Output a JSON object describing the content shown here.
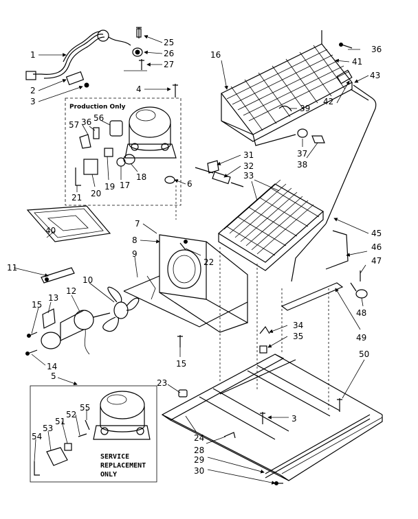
{
  "labels": {
    "l1": "1",
    "l2": "2",
    "l3": "3",
    "l4": "4",
    "l5": "5",
    "l6": "6",
    "l7": "7",
    "l8": "8",
    "l9": "9",
    "l10": "10",
    "l11": "11",
    "l12": "12",
    "l13": "13",
    "l14": "14",
    "l15a": "15",
    "l15b": "15",
    "l16": "16",
    "l17": "17",
    "l18": "18",
    "l19": "19",
    "l20": "20",
    "l21": "21",
    "l22": "22",
    "l23": "23",
    "l24": "24",
    "l25": "25",
    "l26": "26",
    "l27": "27",
    "l28": "28",
    "l29": "29",
    "l30": "30",
    "l31": "31",
    "l32": "32",
    "l33": "33",
    "l34": "34",
    "l35": "35",
    "l36a": "36",
    "l36b": "36",
    "l37": "37",
    "l38": "38",
    "l39": "39",
    "l40": "40",
    "l41": "41",
    "l42": "42",
    "l43": "43",
    "l45": "45",
    "l46": "46",
    "l47": "47",
    "l48": "48",
    "l49": "49",
    "l50": "50",
    "l51": "51",
    "l52": "52",
    "l53": "53",
    "l54": "54",
    "l55": "55",
    "l56": "56",
    "l57": "57",
    "l3b": "3"
  },
  "production_box": {
    "title": "Production Only"
  },
  "service_box": {
    "line1": "SERVICE",
    "line2": "REPLACEMENT",
    "line3": "ONLY"
  }
}
